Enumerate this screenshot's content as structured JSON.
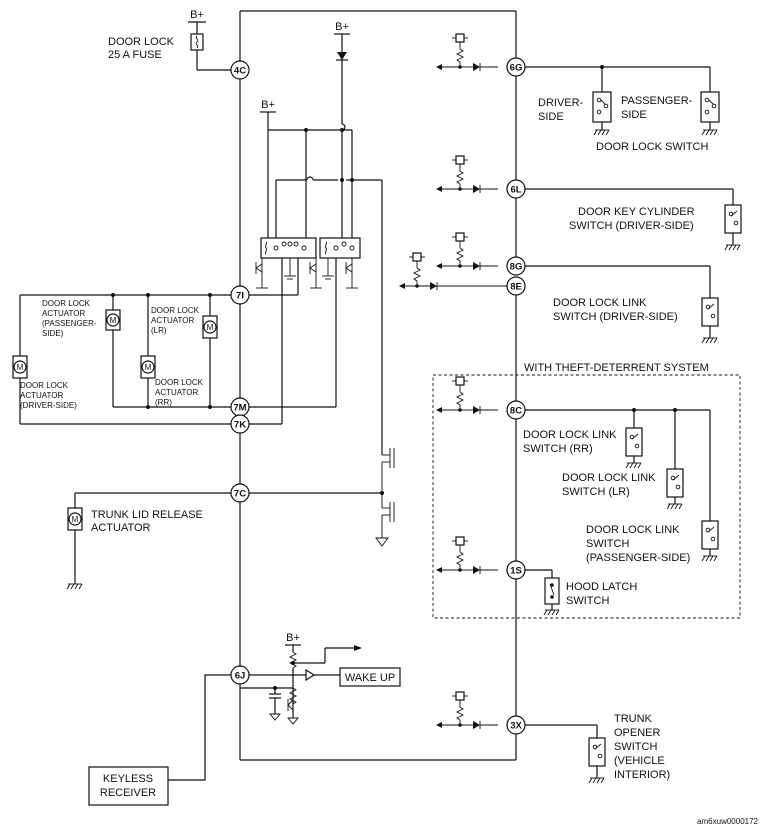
{
  "connectors": {
    "c4c": "4C",
    "c7i": "7I",
    "c7m": "7M",
    "c7k": "7K",
    "c7c": "7C",
    "c6j": "6J",
    "c6g": "6G",
    "c6l": "6L",
    "c8g": "8G",
    "c8e": "8E",
    "c8c": "8C",
    "c1s": "1S",
    "c3x": "3X"
  },
  "power": {
    "bplus": "B+"
  },
  "fuse": {
    "line1": "DOOR LOCK",
    "line2": "25 A FUSE"
  },
  "actuators": {
    "passenger": [
      "DOOR LOCK",
      "ACTUATOR",
      "(PASSENGER-",
      "SIDE)"
    ],
    "lr": [
      "DOOR LOCK",
      "ACTUATOR",
      "(LR)"
    ],
    "driver": [
      "DOOR LOCK",
      "ACTUATOR",
      "(DRIVER-SIDE)"
    ],
    "rr": [
      "DOOR LOCK",
      "ACTUATOR",
      "(RR)"
    ],
    "motor_symbol": "M"
  },
  "trunk_actuator": {
    "line1": "TRUNK LID RELEASE",
    "line2": "ACTUATOR"
  },
  "keyless": {
    "line1": "KEYLESS",
    "line2": "RECEIVER"
  },
  "wakeup": "WAKE UP",
  "door_lock_switch": {
    "driver": [
      "DRIVER-",
      "SIDE"
    ],
    "passenger": [
      "PASSENGER-",
      "SIDE"
    ],
    "title": "DOOR LOCK SWITCH"
  },
  "key_cylinder": {
    "line1": "DOOR KEY CYLINDER",
    "line2": "SWITCH (DRIVER-SIDE)"
  },
  "link_driver": {
    "line1": "DOOR LOCK LINK",
    "line2": "SWITCH (DRIVER-SIDE)"
  },
  "theft": {
    "title": "WITH THEFT-DETERRENT SYSTEM",
    "rr": [
      "DOOR LOCK LINK",
      "SWITCH (RR)"
    ],
    "lr": [
      "DOOR LOCK LINK",
      "SWITCH (LR)"
    ],
    "passenger": [
      "DOOR LOCK LINK",
      "SWITCH",
      "(PASSENGER-SIDE)"
    ],
    "hood": [
      "HOOD LATCH",
      "SWITCH"
    ]
  },
  "trunk_opener": [
    "TRUNK",
    "OPENER",
    "SWITCH",
    "(VEHICLE",
    "INTERIOR)"
  ],
  "diagram_id": "am6xuw0000172"
}
